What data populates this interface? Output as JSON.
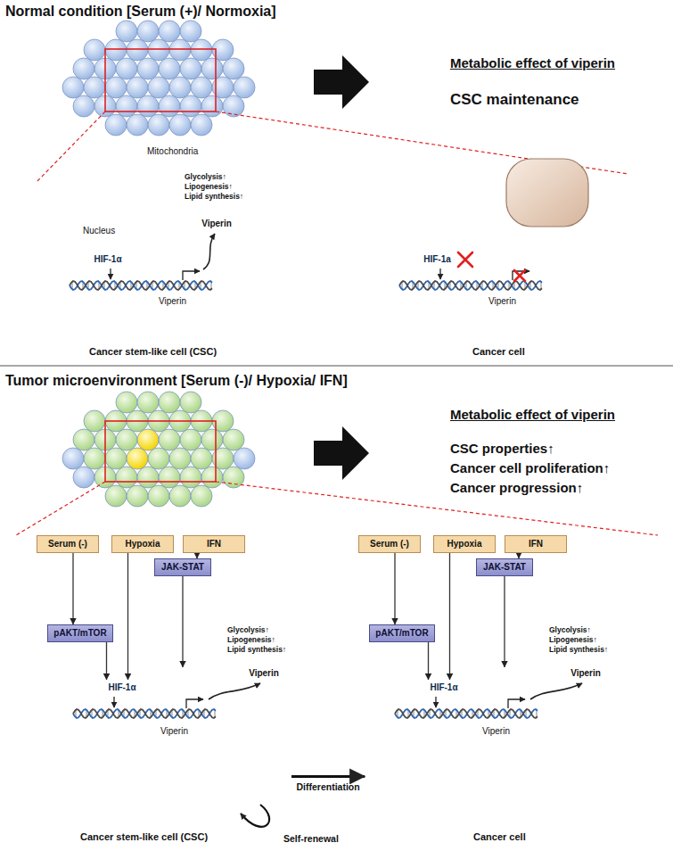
{
  "diagram": {
    "nodes": [
      {
        "text": [
          "Cancer stem-like cell (CSC)"
        ]
      },
      {
        "text": [
          "Mitochondria",
          "Glycolysis↑",
          "Lipogenesis↑",
          "Lipid synthesis↑"
        ],
        "in": 0
      },
      {
        "text": [
          "Viperin"
        ],
        "in": 1
      },
      {
        "text": [
          "Nucleus",
          "Viperin"
        ],
        "in": 0
      },
      {
        "text": [
          "HIF-1α"
        ],
        "in": 3
      },
      {
        "text": [
          "Cancer cell"
        ]
      },
      {
        "text": [
          "Viperin"
        ],
        "in": 5
      },
      {
        "text": [
          "HIF-1a"
        ],
        "in": 6
      },
      {
        "text": [
          "Serum (-)"
        ]
      },
      {
        "text": [
          "Hypoxia"
        ]
      },
      {
        "text": [
          "IFN"
        ]
      },
      {
        "text": [
          "Cancer stem-like cell (CSC)"
        ]
      },
      {
        "text": [
          "pAKT/mTOR"
        ],
        "in": 11
      },
      {
        "text": [
          "JAK-STAT"
        ],
        "in": 11
      },
      {
        "text": [
          "Glycolysis↑",
          "Lipogenesis↑",
          "Lipid synthesis↑"
        ],
        "in": 11
      },
      {
        "text": [
          "Viperin"
        ],
        "in": 14
      },
      {
        "text": [
          "Viperin"
        ],
        "in": 11
      },
      {
        "text": [
          "HIF-1α"
        ],
        "in": 16
      },
      {
        "text": [
          "Serum (-)"
        ]
      },
      {
        "text": [
          "Hypoxia"
        ]
      },
      {
        "text": [
          "IFN"
        ]
      },
      {
        "text": [
          "Cancer cell"
        ]
      },
      {
        "text": [
          "pAKT/mTOR"
        ],
        "in": 21
      },
      {
        "text": [
          "JAK-STAT"
        ],
        "in": 21
      },
      {
        "text": [
          "Glycolysis↑",
          "Lipogenesis↑",
          "Lipid synthesis↑"
        ],
        "in": 21
      },
      {
        "text": [
          "Viperin"
        ],
        "in": 24
      },
      {
        "text": [
          "Viperin"
        ],
        "in": 21
      },
      {
        "text": [
          "HIF-1α"
        ],
        "in": 26
      }
    ],
    "edges": [
      {
        "from": 8,
        "to": 12,
        "arrow": "to"
      },
      {
        "from": 12,
        "to": 17,
        "arrow": "to"
      },
      {
        "from": 9,
        "to": 17,
        "arrow": "to"
      },
      {
        "from": 10,
        "to": 13,
        "arrow": "to"
      },
      {
        "from": 13,
        "to": 16,
        "arrow": "to"
      },
      {
        "from": 18,
        "to": 22,
        "arrow": "to"
      },
      {
        "from": 22,
        "to": 27,
        "arrow": "to"
      },
      {
        "from": 19,
        "to": 27,
        "arrow": "to"
      },
      {
        "from": 20,
        "to": 23,
        "arrow": "to"
      },
      {
        "from": 23,
        "to": 26,
        "arrow": "to"
      },
      {
        "from": 11,
        "to": 21,
        "label": "Differentiation",
        "arrow": "to"
      }
    ],
    "labels": [
      "Normal condition [Serum (+)/ Normoxia]",
      "Metabolic effect of viperin",
      "CSC maintenance",
      "Tumor microenvironment [Serum (-)/ Hypoxia/ IFN]",
      "Metabolic effect of viperin",
      "CSC properties↑",
      "Cancer cell proliferation↑",
      "Cancer progression↑",
      "Self-renewal"
    ]
  }
}
